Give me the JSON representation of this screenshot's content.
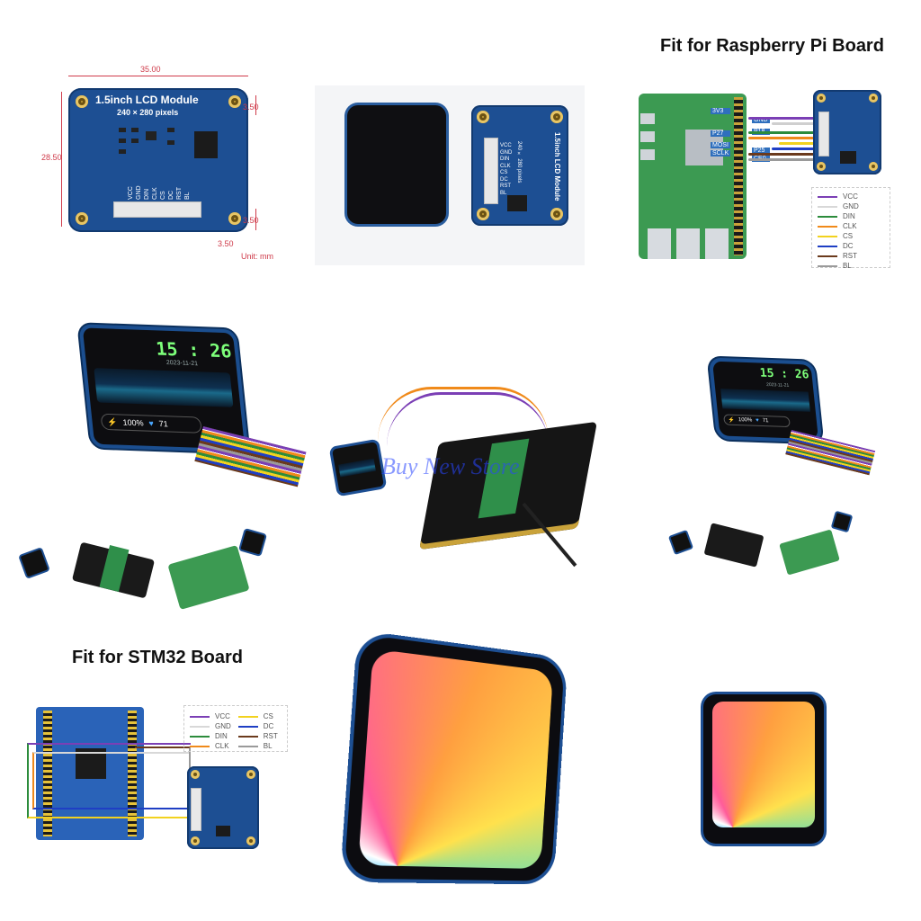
{
  "panel1": {
    "module_title": "1.5inch LCD Module",
    "module_subtitle": "240 × 280 pixels",
    "dim_width": "35.00",
    "dim_height": "28.50",
    "dim_top": "3.50",
    "dim_bottom": "3.50",
    "dim_left": "3.50",
    "unit": "Unit: mm",
    "pins": [
      "VCC",
      "GND",
      "DIN",
      "CLK",
      "CS",
      "DC",
      "RST",
      "BL"
    ]
  },
  "panel2": {
    "back_title": "1.5inch LCD Module",
    "back_subtitle": "240 × 280 pixels",
    "pins": [
      "VCC",
      "GND",
      "DIN",
      "CLK",
      "CS",
      "DC",
      "RST",
      "BL"
    ]
  },
  "panel3": {
    "title": "Fit for Raspberry Pi Board",
    "pi_labels": [
      "3V3",
      "GND",
      "P27",
      "P18",
      "MOSI",
      "P25",
      "SCLK",
      "CE0"
    ],
    "legend": [
      {
        "name": "VCC",
        "color": "#7b3fb5"
      },
      {
        "name": "GND",
        "color": "#d8d8d8"
      },
      {
        "name": "DIN",
        "color": "#2c8c3c"
      },
      {
        "name": "CLK",
        "color": "#f08a1a"
      },
      {
        "name": "CS",
        "color": "#f2d21f"
      },
      {
        "name": "DC",
        "color": "#1f3fc4"
      },
      {
        "name": "RST",
        "color": "#6b3a1c"
      },
      {
        "name": "BL",
        "color": "#9a9a9a"
      }
    ]
  },
  "panel4": {
    "time": "15 : 26",
    "date": "2023-11-21",
    "battery": "100%",
    "heart": "71"
  },
  "panel5": {
    "watermark": "Buy New Store"
  },
  "panel6": {
    "time": "15 : 26",
    "date": "2023-11-21",
    "battery": "100%",
    "heart": "71"
  },
  "panel7": {
    "title": "Fit for STM32 Board",
    "legend_left": [
      {
        "name": "VCC",
        "color": "#7b3fb5"
      },
      {
        "name": "GND",
        "color": "#d8d8d8"
      },
      {
        "name": "DIN",
        "color": "#2c8c3c"
      },
      {
        "name": "CLK",
        "color": "#f08a1a"
      }
    ],
    "legend_right": [
      {
        "name": "CS",
        "color": "#f2d21f"
      },
      {
        "name": "DC",
        "color": "#1f3fc4"
      },
      {
        "name": "RST",
        "color": "#6b3a1c"
      },
      {
        "name": "BL",
        "color": "#9a9a9a"
      }
    ]
  }
}
